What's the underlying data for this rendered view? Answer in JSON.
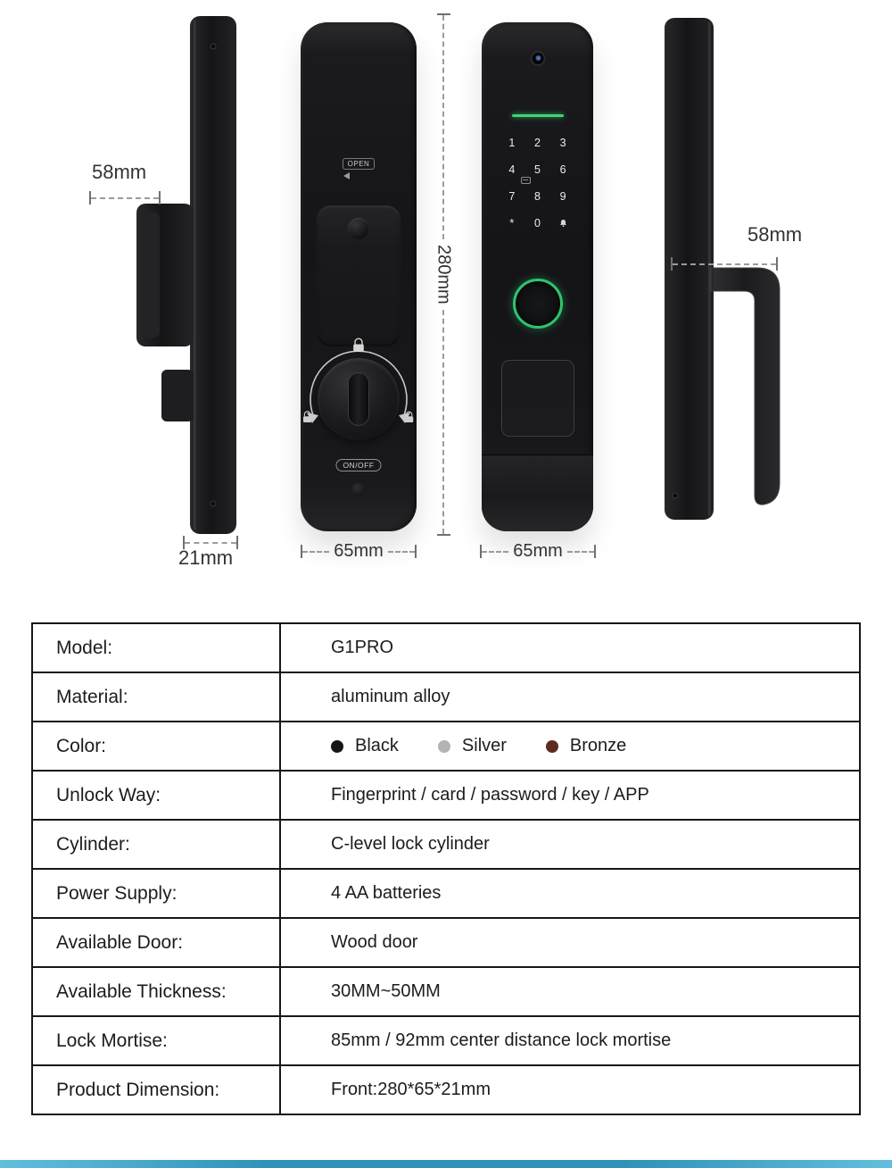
{
  "diagram": {
    "labels": {
      "dim_back_depth": "58mm",
      "dim_back_thickness": "21mm",
      "dim_back_width": "65mm",
      "dim_front_height": "280mm",
      "dim_front_width": "65mm",
      "dim_handle_depth": "58mm",
      "open": "OPEN",
      "onoff": "ON/OFF"
    },
    "keypad_keys": [
      "1",
      "2",
      "3",
      "4",
      "5",
      "6",
      "7",
      "8",
      "9",
      "*",
      "0",
      "bell"
    ]
  },
  "spec_table": {
    "rows": [
      {
        "label": "Model:",
        "value": "G1PRO"
      },
      {
        "label": "Material:",
        "value": "aluminum alloy"
      },
      {
        "label": "Color:",
        "type": "colors",
        "options": [
          {
            "name": "Black",
            "hex": "#161616"
          },
          {
            "name": "Silver",
            "hex": "#b3b3b3"
          },
          {
            "name": "Bronze",
            "hex": "#5f2b1e"
          }
        ]
      },
      {
        "label": "Unlock Way:",
        "value": "Fingerprint / card / password / key / APP"
      },
      {
        "label": "Cylinder:",
        "value": "C-level lock cylinder"
      },
      {
        "label": "Power Supply:",
        "value": "4 AA batteries"
      },
      {
        "label": "Available Door:",
        "value": "Wood door"
      },
      {
        "label": "Available Thickness:",
        "value": "30MM~50MM"
      },
      {
        "label": "Lock Mortise:",
        "value": "85mm / 92mm center distance lock mortise"
      },
      {
        "label": "Product Dimension:",
        "value": "Front:280*65*21mm"
      }
    ]
  },
  "colors": {
    "accent_green": "#2fc46e",
    "led_green": "#3ed672",
    "body_dark": "#1a1a1d",
    "table_border": "#171717",
    "footer_blue": "#2f92ba"
  }
}
